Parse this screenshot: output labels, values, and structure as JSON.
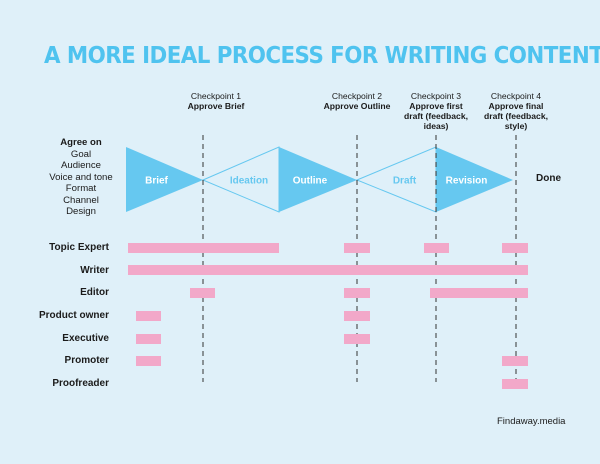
{
  "title": "A MORE IDEAL PROCESS FOR WRITING CONTENT",
  "colors": {
    "accent": "#4fc3ef",
    "stage_fill": "#66c8f0",
    "bar": "#f2a8c9",
    "background": "#dff0f9",
    "text": "#1b1b1b"
  },
  "checkpoints": [
    {
      "top": "Checkpoint 1",
      "lines": [
        "Approve Brief"
      ]
    },
    {
      "top": "Checkpoint 2",
      "lines": [
        "Approve Outline"
      ]
    },
    {
      "top": "Checkpoint 3",
      "lines": [
        "Approve first",
        "draft (feedback,",
        "ideas)"
      ]
    },
    {
      "top": "Checkpoint 4",
      "lines": [
        "Approve final",
        "draft (feedback,",
        "style)"
      ]
    }
  ],
  "agree": {
    "heading": "Agree on",
    "items": [
      "Goal",
      "Audience",
      "Voice and tone",
      "Format",
      "Channel",
      "Design"
    ]
  },
  "stages": [
    {
      "label": "Brief",
      "filled": true
    },
    {
      "label": "Ideation",
      "filled": false
    },
    {
      "label": "Outline",
      "filled": true
    },
    {
      "label": "Draft",
      "filled": false
    },
    {
      "label": "Revision",
      "filled": true
    }
  ],
  "done_label": "Done",
  "roles": [
    {
      "label": "Topic Expert"
    },
    {
      "label": "Writer"
    },
    {
      "label": "Editor"
    },
    {
      "label": "Product owner"
    },
    {
      "label": "Executive"
    },
    {
      "label": "Promoter"
    },
    {
      "label": "Proofreader"
    }
  ],
  "credit": "Findaway.media"
}
